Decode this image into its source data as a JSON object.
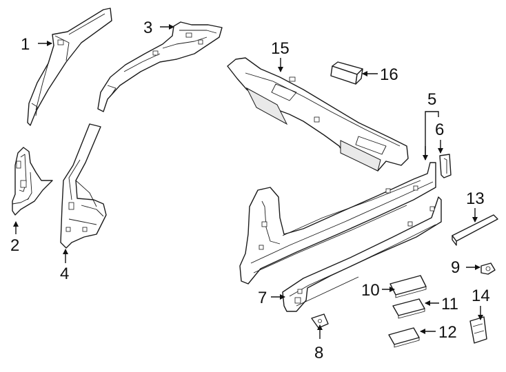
{
  "diagram": {
    "colors": {
      "line": "#1a1a1a",
      "background": "#ffffff",
      "shade": "#e9e9e9"
    },
    "callouts": [
      {
        "id": "1",
        "label": "1"
      },
      {
        "id": "2",
        "label": "2"
      },
      {
        "id": "3",
        "label": "3"
      },
      {
        "id": "4",
        "label": "4"
      },
      {
        "id": "5",
        "label": "5"
      },
      {
        "id": "6",
        "label": "6"
      },
      {
        "id": "7",
        "label": "7"
      },
      {
        "id": "8",
        "label": "8"
      },
      {
        "id": "9",
        "label": "9"
      },
      {
        "id": "10",
        "label": "10"
      },
      {
        "id": "11",
        "label": "11"
      },
      {
        "id": "12",
        "label": "12"
      },
      {
        "id": "13",
        "label": "13"
      },
      {
        "id": "14",
        "label": "14"
      },
      {
        "id": "15",
        "label": "15"
      },
      {
        "id": "16",
        "label": "16"
      }
    ]
  }
}
